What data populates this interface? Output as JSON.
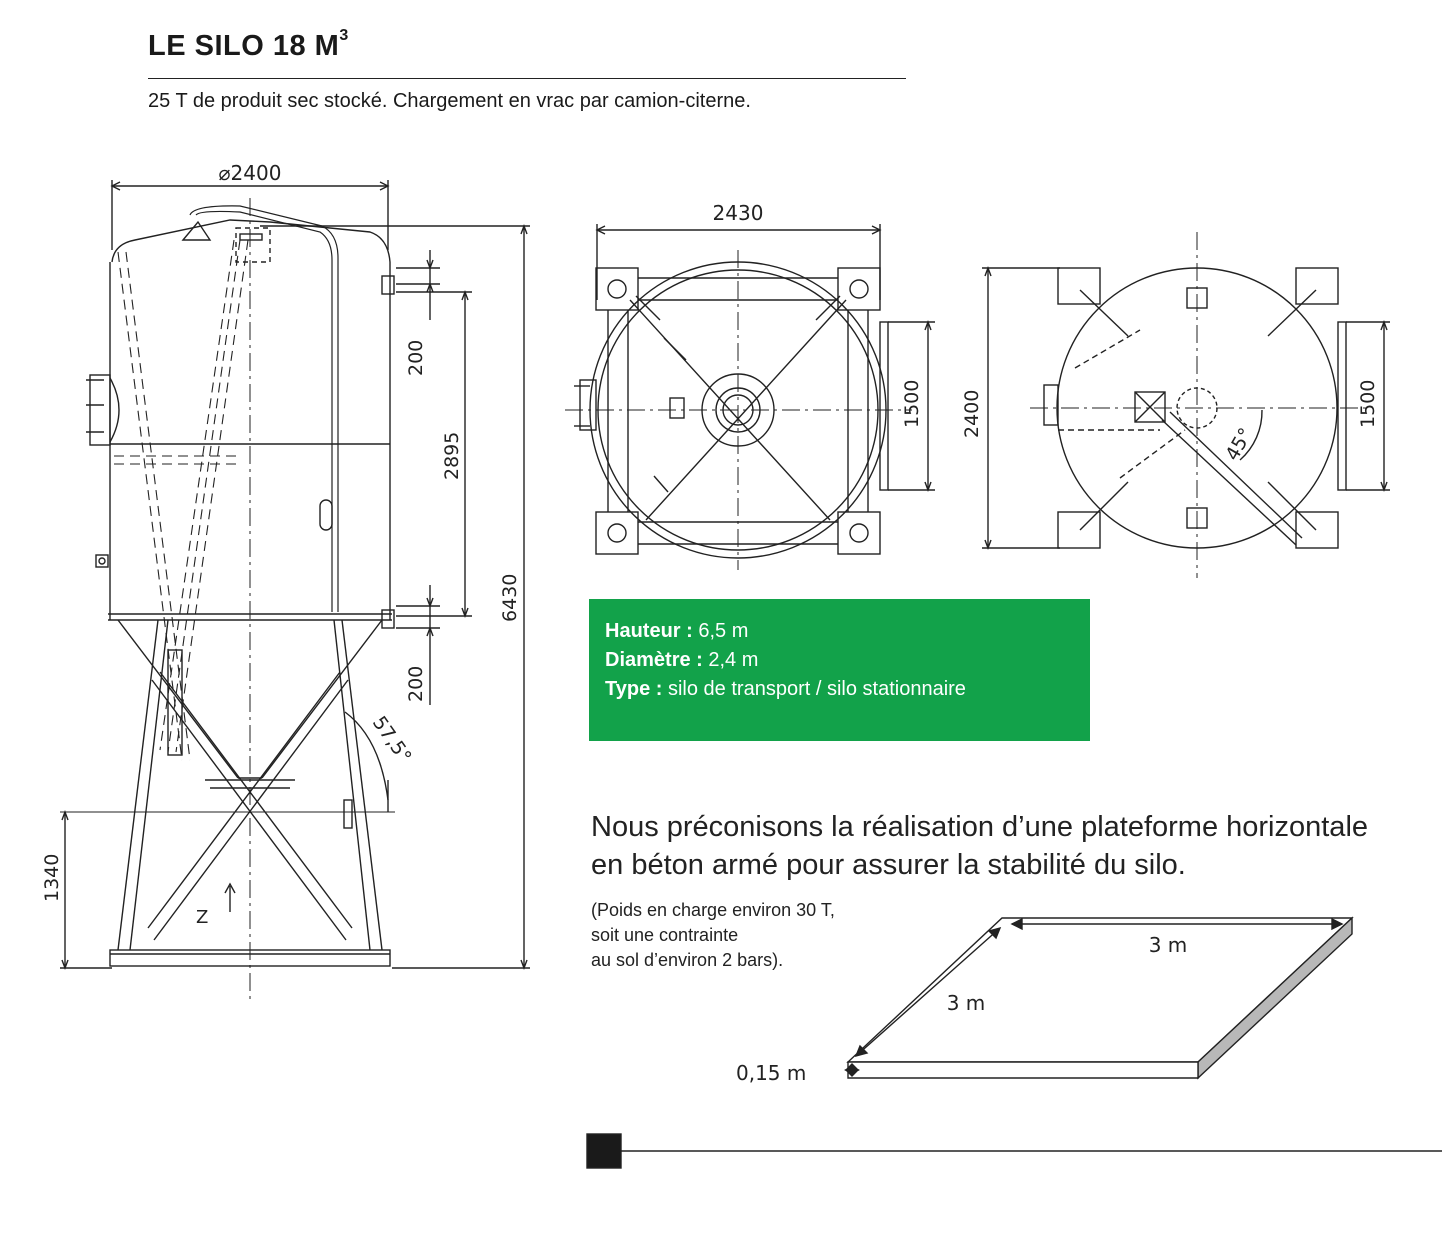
{
  "header": {
    "title": "LE SILO 18 M",
    "title_superscript": "3",
    "subtitle": "25 T de produit sec stocké. Chargement en vrac par camion-citerne."
  },
  "side_view": {
    "dim_diameter": "⌀2400",
    "dim_upper_offset": "200",
    "dim_cylinder": "2895",
    "dim_lower_offset": "200",
    "dim_total_height": "6430",
    "dim_angle": "57,5°",
    "dim_leg_brace": "1340",
    "axis_label": "Z"
  },
  "top_view_frame": {
    "dim_width": "2430",
    "dim_flange": "1500"
  },
  "top_view_tank": {
    "dim_height": "2400",
    "dim_flange": "1500",
    "dim_angle": "45°"
  },
  "specs": [
    {
      "label": "Hauteur :",
      "value": "6,5 m"
    },
    {
      "label": "Diamètre :",
      "value": "2,4 m"
    },
    {
      "label": "Type :",
      "value": "silo de transport / silo stationnaire"
    }
  ],
  "recommendation": {
    "line1": "Nous préconisons la réalisation d’une plateforme horizontale",
    "line2": "en béton armé pour assurer la stabilité du silo.",
    "note_line1": "(Poids en charge environ 30 T,",
    "note_line2": "soit une contrainte",
    "note_line3": "au sol d’environ 2 bars)."
  },
  "platform": {
    "dim_length": "3 m",
    "dim_width": "3 m",
    "dim_thickness": "0,15 m"
  },
  "colors": {
    "accent_green": "#12a24a",
    "line": "#222222"
  }
}
